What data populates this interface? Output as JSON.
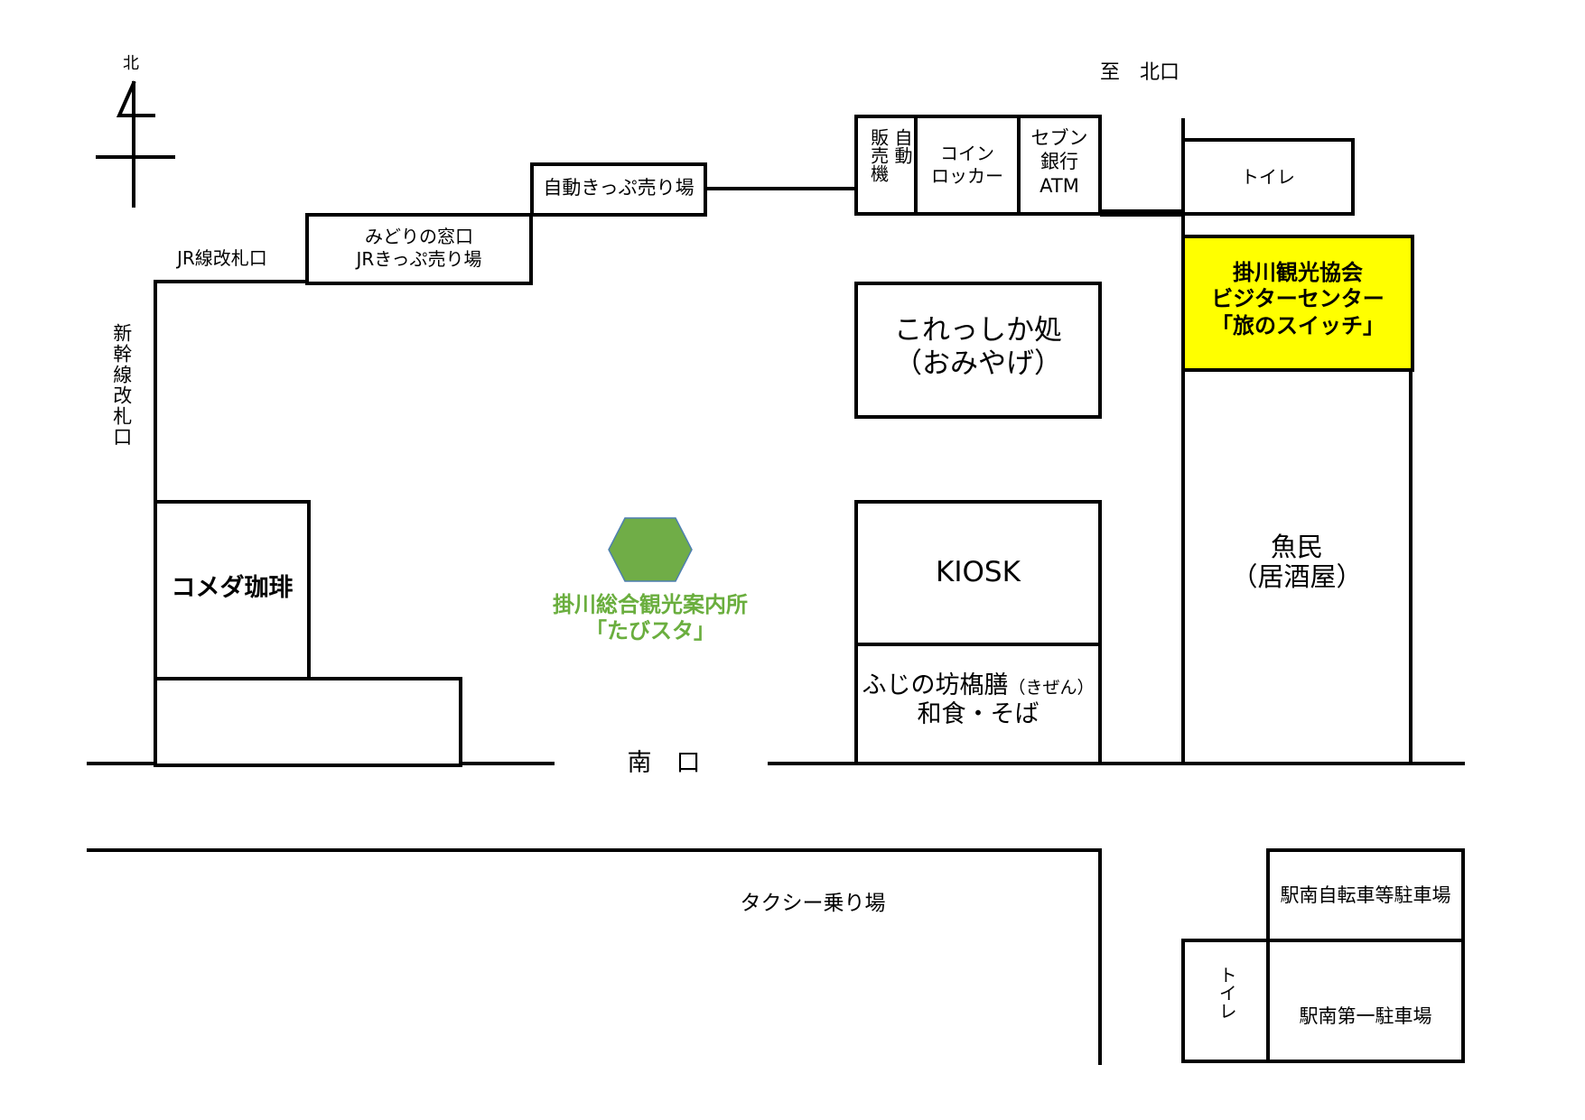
{
  "compass": {
    "north_label": "北"
  },
  "top_destination": "至　北口",
  "facilities": {
    "vending_machine": "自動販売機",
    "vending_col1": "自動",
    "vending_col2": "販売機",
    "coin_locker_line1": "コイン",
    "coin_locker_line2": "ロッカー",
    "seven_bank_line1": "セブン",
    "seven_bank_line2": "銀行",
    "seven_bank_line3": "ATM",
    "toilet_north": "トイレ",
    "auto_ticket": "自動きっぷ売り場",
    "midori_line1": "みどりの窓口",
    "midori_line2": "JRきっぷ売り場",
    "jr_gate": "JR線改札口",
    "shinkansen_gate": "新幹線改札口",
    "koresshika_line1": "これっしか処",
    "koresshika_line2": "（おみやげ）",
    "visitor_line1": "掛川観光協会",
    "visitor_line2": "ビジターセンター",
    "visitor_line3": "「旅のスイッチ」",
    "uotami_line1": "魚民",
    "uotami_line2": "（居酒屋）",
    "komeda": "コメダ珈琲",
    "kiosk": "KIOSK",
    "fujinobo_line1": "ふじの坊𣘺膳",
    "fujinobo_reading": "（きぜん）",
    "fujinobo_line2": "和食・そば",
    "south_exit": "南　口",
    "taxi": "タクシー乗り場",
    "bicycle_parking": "駅南自転車等駐車場",
    "toilet_south": "トイレ",
    "parking_1": "駅南第一駐車場"
  },
  "tourist_info": {
    "line1": "掛川総合観光案内所",
    "line2": "「たびスタ」",
    "icon": "hexagon-icon",
    "color": "#70AD47",
    "text_color": "#6AAE3E"
  },
  "highlight_color": "#FFFF00"
}
